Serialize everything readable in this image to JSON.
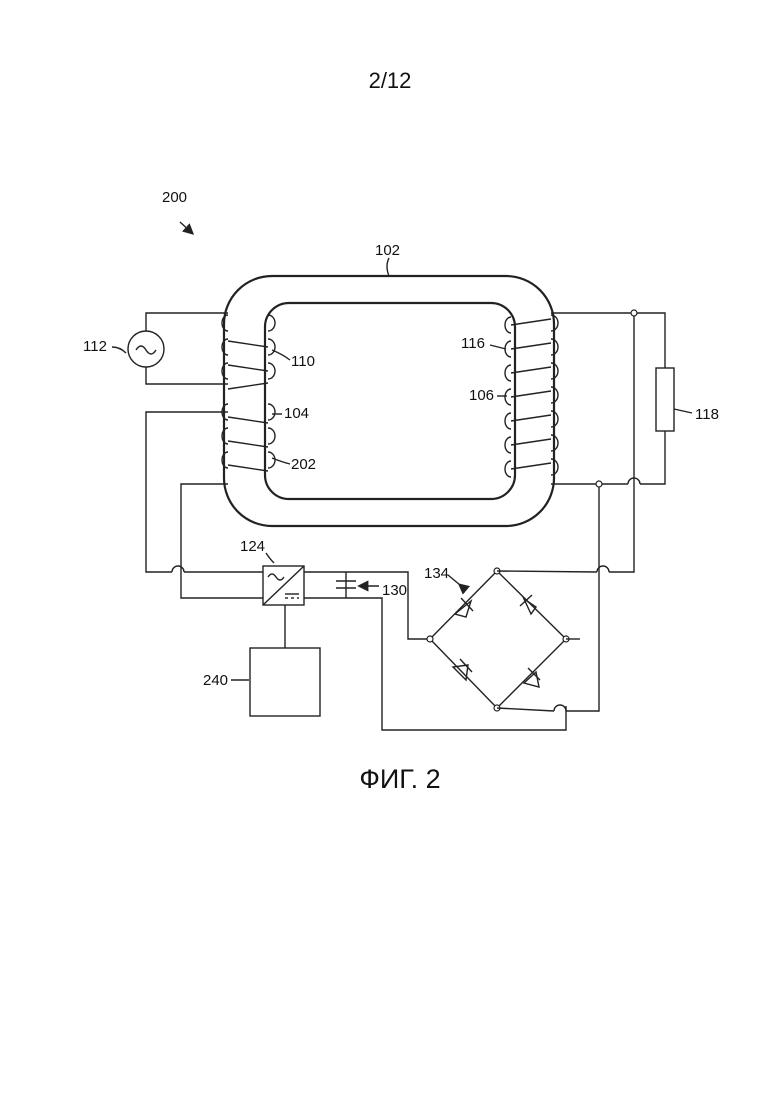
{
  "page": {
    "number": "2/12"
  },
  "figure": {
    "caption": "ФИГ. 2",
    "labels": {
      "system": "200",
      "core": "102",
      "primary_winding": "104",
      "secondary_winding": "106",
      "winding_110": "110",
      "ac_source": "112",
      "winding_116": "116",
      "load": "118",
      "converter": "124",
      "capacitor": "130",
      "bridge_rectifier": "134",
      "winding_202": "202",
      "device": "240"
    }
  }
}
